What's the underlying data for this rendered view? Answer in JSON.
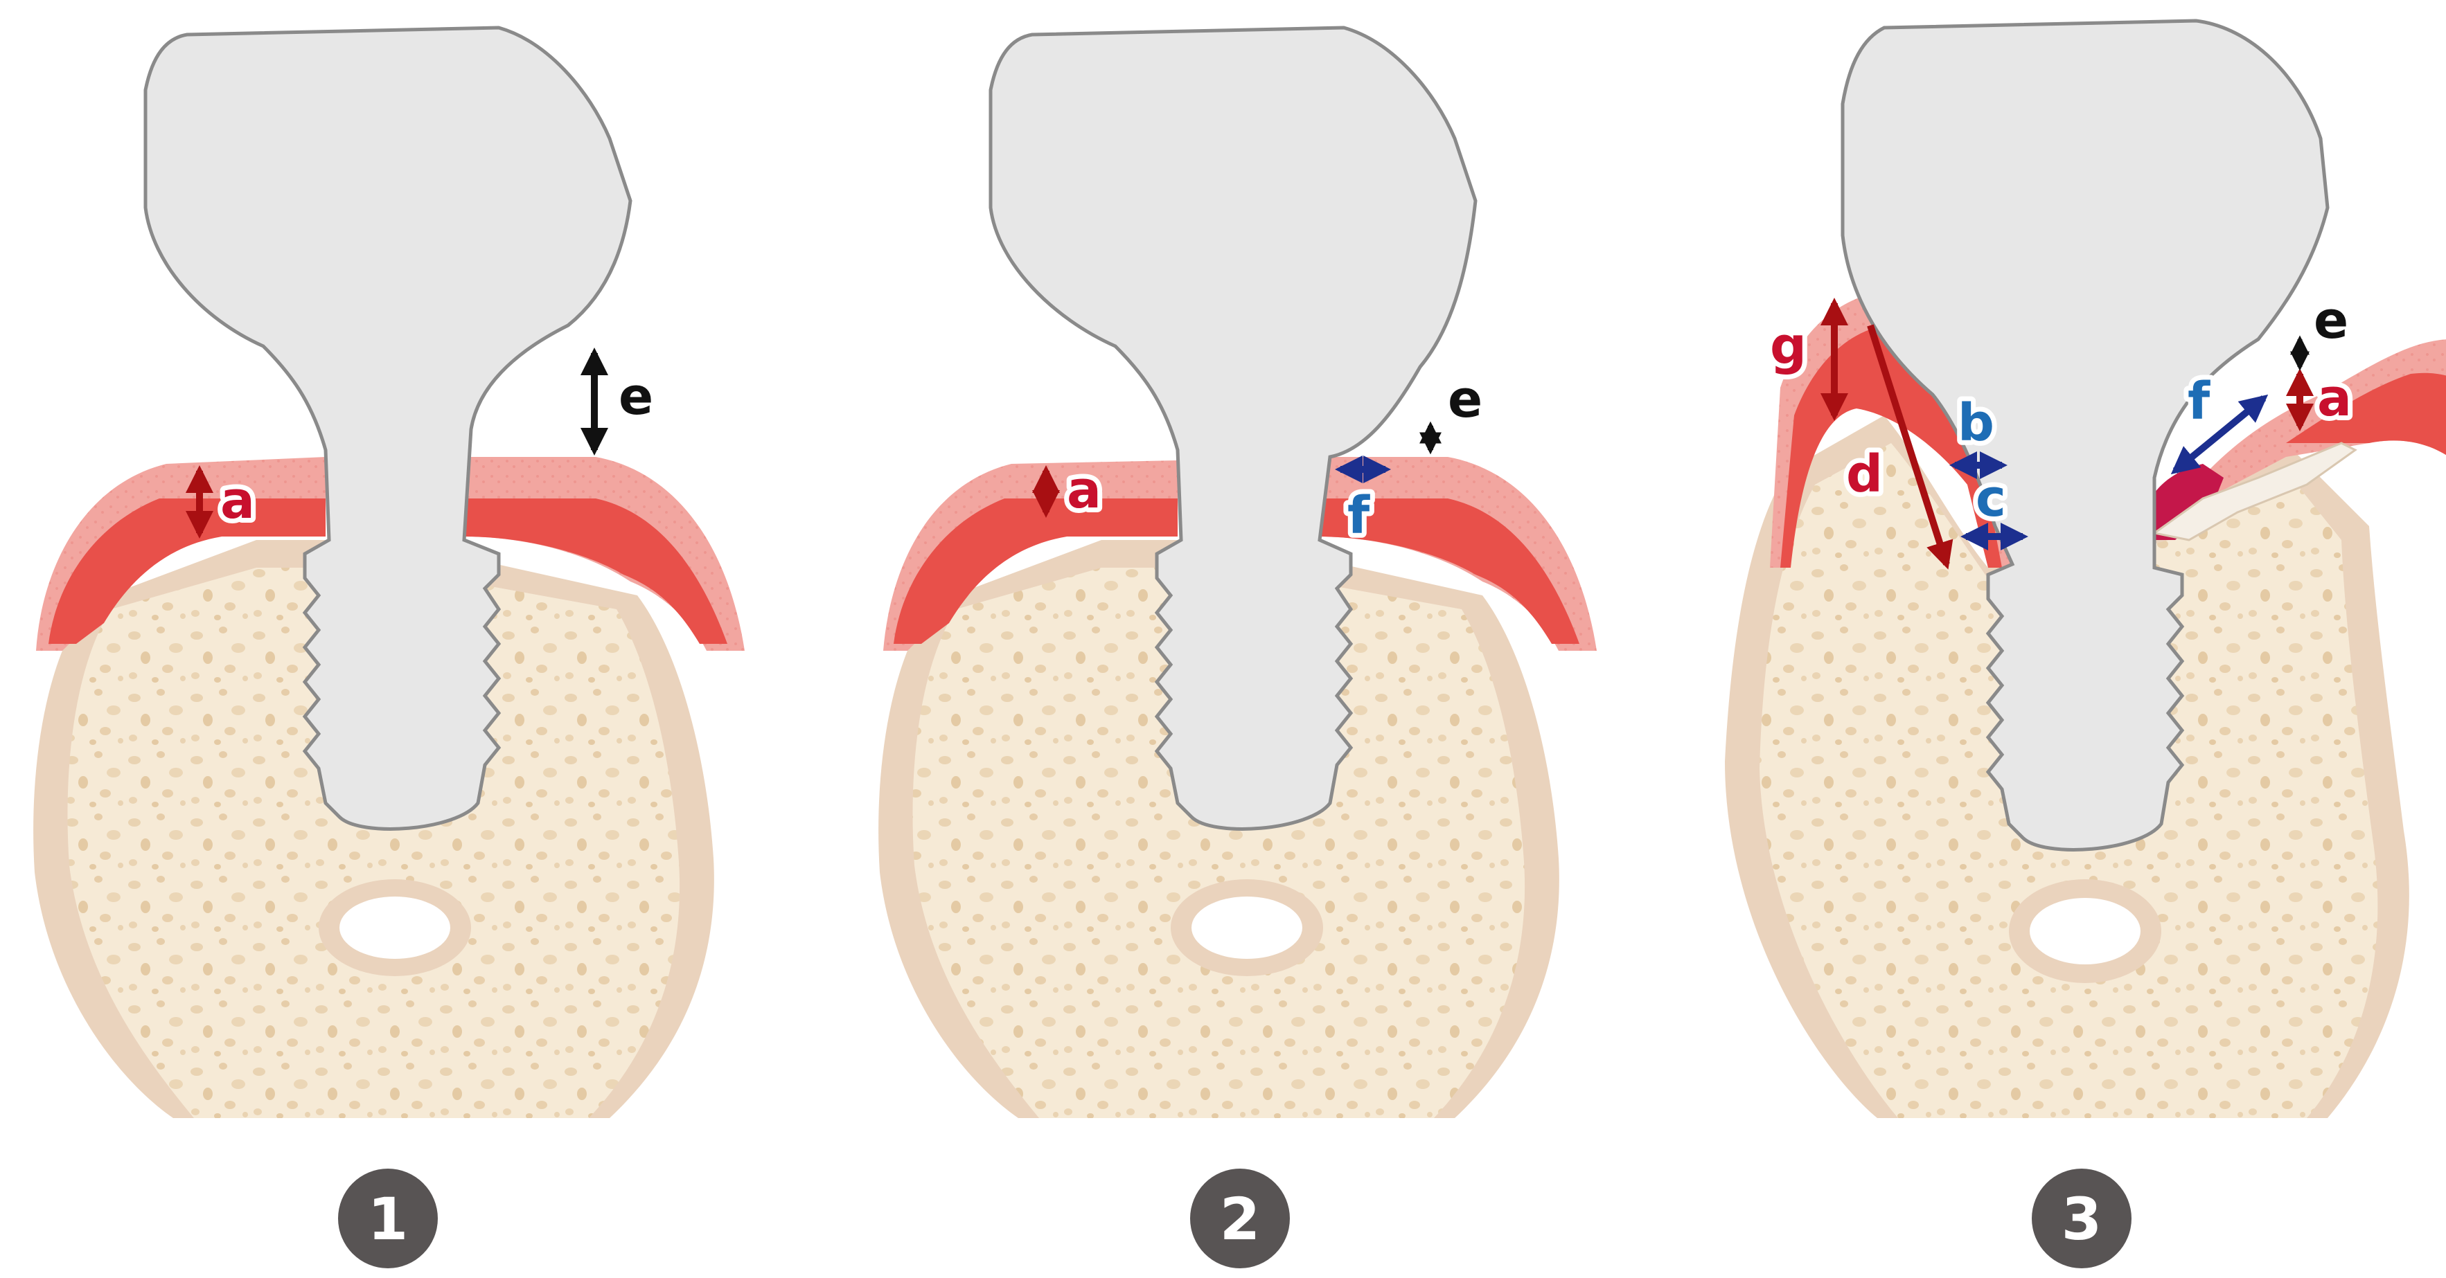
{
  "panels": [
    {
      "number": "1",
      "labels": {
        "a": "a",
        "e": "e"
      }
    },
    {
      "number": "2",
      "labels": {
        "a": "a",
        "e": "e",
        "f": "f"
      }
    },
    {
      "number": "3",
      "labels": {
        "a": "a",
        "b": "b",
        "c": "c",
        "d": "d",
        "e": "e",
        "f": "f",
        "g": "g"
      }
    }
  ],
  "colors": {
    "gum_outer": "#f08a86",
    "gum_inner": "#e8504a",
    "bone_outer": "#ead3bd",
    "bone_inner": "#f6ead6",
    "implant": "#e7e7e7",
    "label_red": "#c8102e",
    "label_blue": "#1e6db5",
    "badge": "#585454"
  }
}
